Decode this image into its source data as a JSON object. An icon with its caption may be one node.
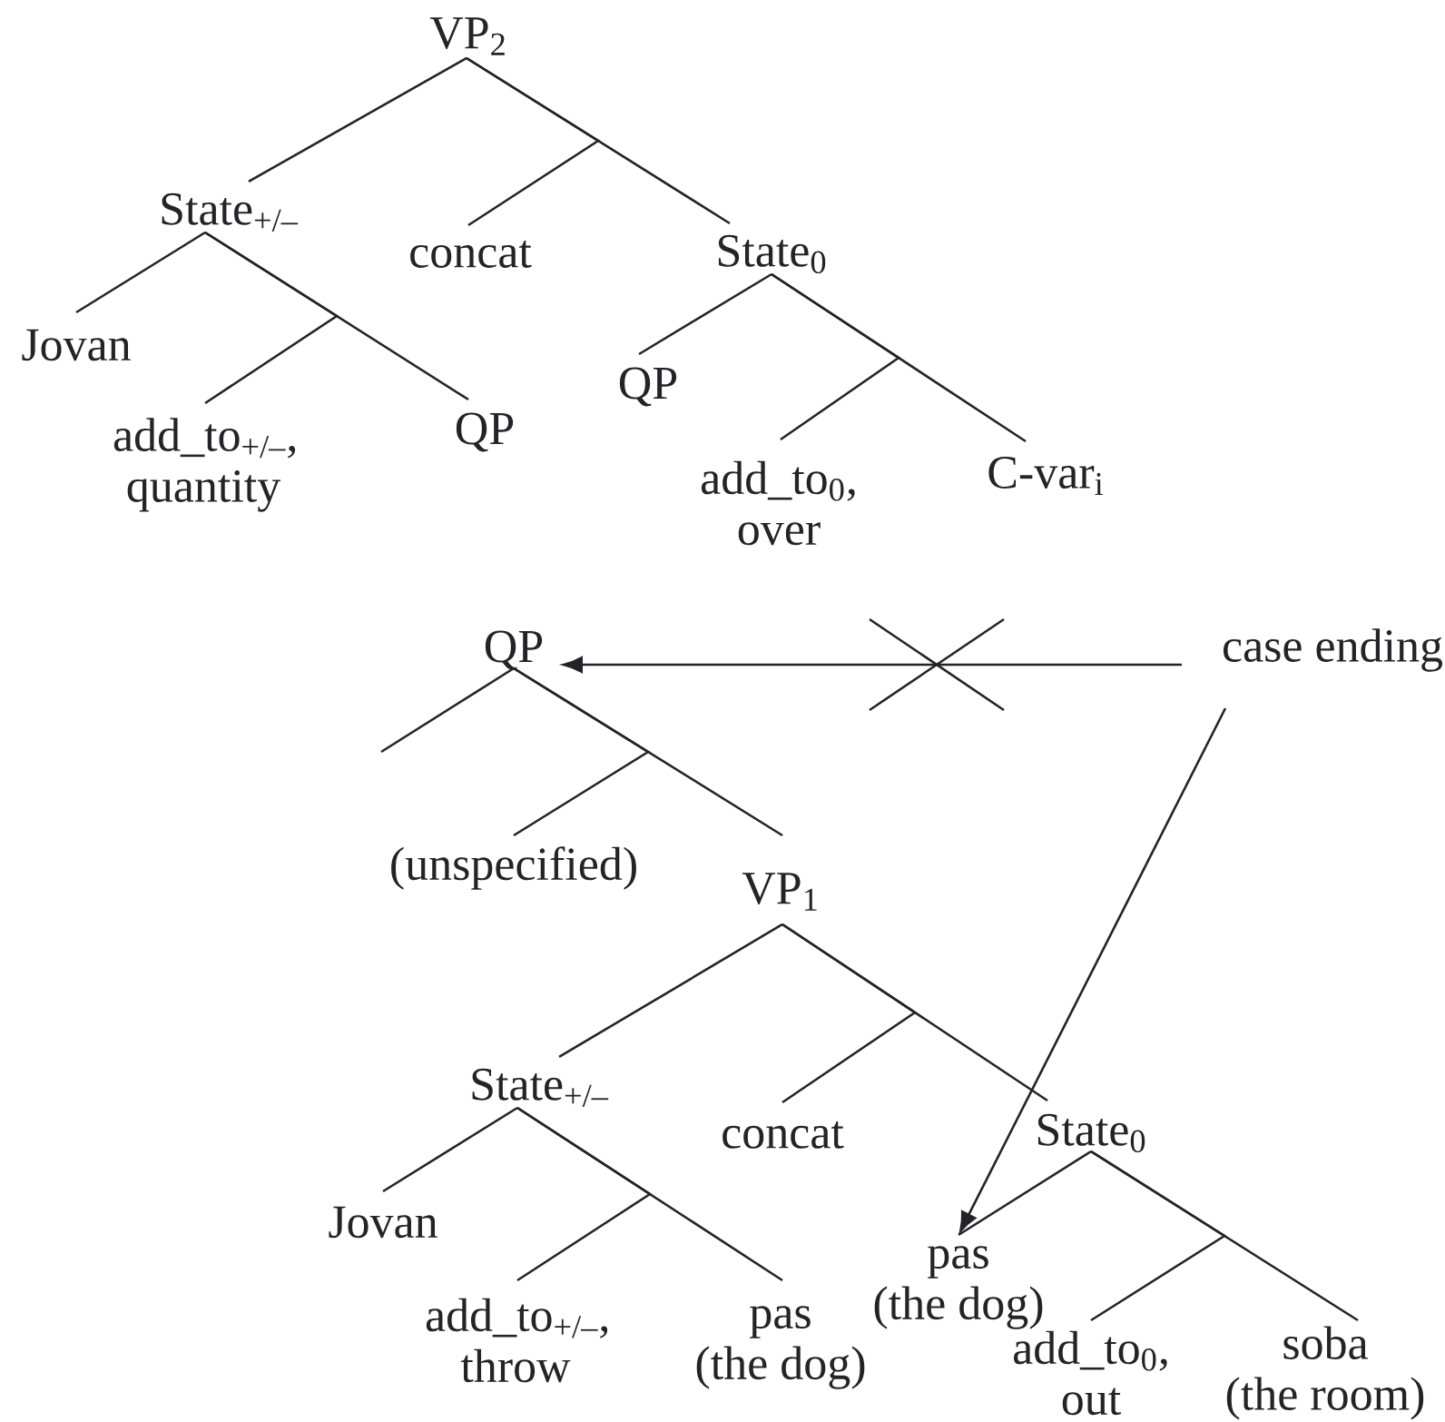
{
  "diagram": {
    "nodes": [
      {
        "text": [
          "VP$_{2}$"
        ]
      },
      {
        "text": [
          "State$_{+/–}$"
        ]
      },
      {
        "text": [
          "concat"
        ]
      },
      {
        "text": [
          "State$_{0}$"
        ]
      },
      {
        "text": [
          "Jovan"
        ]
      },
      {
        "text": [
          "add_to$_{+/–}$, quantity"
        ]
      },
      {
        "text": [
          "QP"
        ]
      },
      {
        "text": [
          "QP"
        ]
      },
      {
        "text": [
          "add_to$_{0}$, over"
        ]
      },
      {
        "text": [
          "C-var$_{i}$"
        ]
      },
      {
        "text": [
          "case ending"
        ]
      },
      {
        "text": [
          "QP"
        ]
      },
      {
        "text": [
          "(unspecified)"
        ]
      },
      {
        "text": [
          "VP$_{1}$"
        ]
      },
      {
        "text": [
          "State$_{+/–}$"
        ]
      },
      {
        "text": [
          "concat"
        ]
      },
      {
        "text": [
          "State$_{0}$"
        ]
      },
      {
        "text": [
          "Jovan"
        ]
      },
      {
        "text": [
          "add_to$_{+/–}$, throw"
        ]
      },
      {
        "text": [
          "pas (the dog)"
        ]
      },
      {
        "text": [
          "pas (the dog)"
        ]
      },
      {
        "text": [
          "add_to$_{0}$, out"
        ]
      },
      {
        "text": [
          "soba (the room)"
        ]
      }
    ],
    "edges": [
      {
        "from": 0,
        "to": 1,
        "arrow": "none"
      },
      {
        "from": 0,
        "to": 2,
        "arrow": "none"
      },
      {
        "from": 0,
        "to": 3,
        "arrow": "none"
      },
      {
        "from": 1,
        "to": 4,
        "arrow": "none"
      },
      {
        "from": 1,
        "to": 5,
        "arrow": "none"
      },
      {
        "from": 1,
        "to": 6,
        "arrow": "none"
      },
      {
        "from": 3,
        "to": 7,
        "arrow": "none"
      },
      {
        "from": 3,
        "to": 8,
        "arrow": "none"
      },
      {
        "from": 3,
        "to": 9,
        "arrow": "none"
      },
      {
        "from": 10,
        "to": 11,
        "arrow": "to"
      },
      {
        "from": 11,
        "to": null,
        "arrow": "none"
      },
      {
        "from": 11,
        "to": 12,
        "arrow": "none"
      },
      {
        "from": 11,
        "to": 13,
        "arrow": "none"
      },
      {
        "from": 13,
        "to": 14,
        "arrow": "none"
      },
      {
        "from": 13,
        "to": 15,
        "arrow": "none"
      },
      {
        "from": 13,
        "to": 16,
        "arrow": "none"
      },
      {
        "from": 14,
        "to": 17,
        "arrow": "none"
      },
      {
        "from": 14,
        "to": 18,
        "arrow": "none"
      },
      {
        "from": 14,
        "to": 19,
        "arrow": "none"
      },
      {
        "from": 16,
        "to": 20,
        "arrow": "none"
      },
      {
        "from": 16,
        "to": 21,
        "arrow": "none"
      },
      {
        "from": 16,
        "to": 22,
        "arrow": "none"
      },
      {
        "from": 10,
        "to": 20,
        "arrow": "to"
      }
    ]
  }
}
